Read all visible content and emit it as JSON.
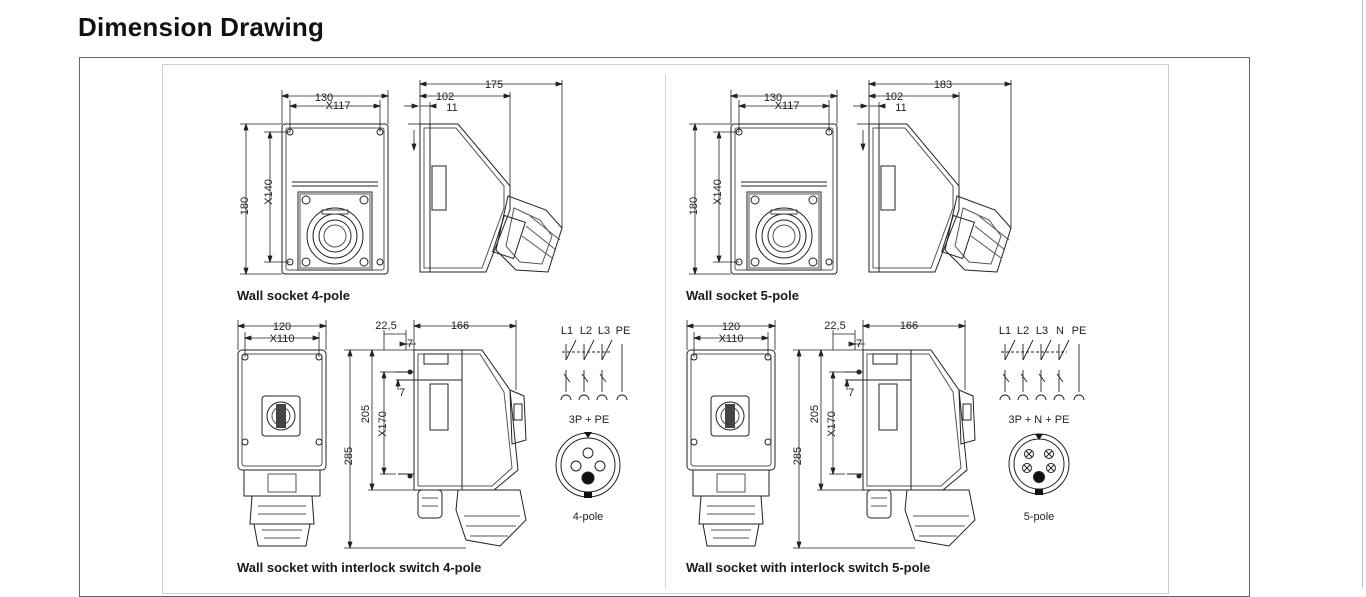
{
  "page_title": "Dimension Drawing",
  "panels": [
    {
      "wall_caption": "Wall socket 4-pole",
      "interlock_caption": "Wall socket with interlock switch 4-pole",
      "dims": {
        "d130": "130",
        "x117": "X117",
        "d175": "175",
        "d102": "102",
        "d11": "11",
        "d180": "180",
        "x140": "X140",
        "d120": "120",
        "x110": "X110",
        "d22_5": "22,5",
        "d166": "166",
        "d7a": "7",
        "d7b": "7",
        "d205": "205",
        "x170": "X170",
        "d285": "285"
      },
      "circuit_labels": [
        "L1",
        "L2",
        "L3",
        "PE"
      ],
      "config_label": "3P + PE",
      "pole_label": "4-pole"
    },
    {
      "wall_caption": "Wall socket 5-pole",
      "interlock_caption": "Wall socket with interlock switch 5-pole",
      "dims": {
        "d130": "130",
        "x117": "X117",
        "d175": "183",
        "d102": "102",
        "d11": "11",
        "d180": "180",
        "x140": "X140",
        "d120": "120",
        "x110": "X110",
        "d22_5": "22,5",
        "d166": "166",
        "d7a": "7",
        "d7b": "7",
        "d205": "205",
        "x170": "X170",
        "d285": "285"
      },
      "circuit_labels": [
        "L1",
        "L2",
        "L3",
        "N",
        "PE"
      ],
      "config_label": "3P + N + PE",
      "pole_label": "5-pole"
    }
  ]
}
